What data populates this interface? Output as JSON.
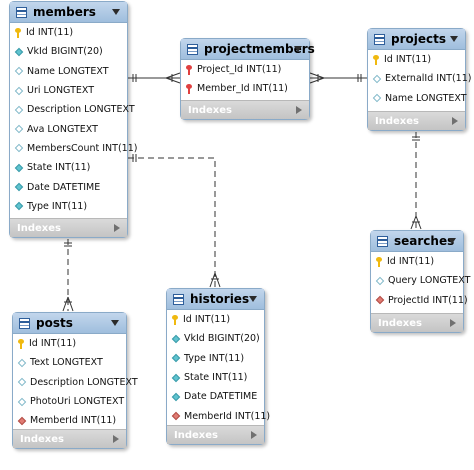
{
  "tables": [
    {
      "id": "members",
      "name": "members",
      "columns": [
        {
          "text": "Id INT(11)",
          "icon": "primary-key-icon"
        },
        {
          "text": "VkId BIGINT(20)",
          "icon": "not-null-column-icon"
        },
        {
          "text": "Name LONGTEXT",
          "icon": "column-icon"
        },
        {
          "text": "Uri LONGTEXT",
          "icon": "column-icon"
        },
        {
          "text": "Description LONGTEXT",
          "icon": "column-icon"
        },
        {
          "text": "Ava LONGTEXT",
          "icon": "column-icon"
        },
        {
          "text": "MembersCount INT(11)",
          "icon": "column-icon"
        },
        {
          "text": "State INT(11)",
          "icon": "not-null-column-icon"
        },
        {
          "text": "Date DATETIME",
          "icon": "not-null-column-icon"
        },
        {
          "text": "Type INT(11)",
          "icon": "not-null-column-icon"
        }
      ],
      "footer": "Indexes"
    },
    {
      "id": "projectmembers",
      "name": "projectmembers",
      "columns": [
        {
          "text": "Project_Id INT(11)",
          "icon": "primary-foreign-key-icon"
        },
        {
          "text": "Member_Id INT(11)",
          "icon": "primary-foreign-key-icon"
        }
      ],
      "footer": "Indexes"
    },
    {
      "id": "projects",
      "name": "projects",
      "columns": [
        {
          "text": "Id INT(11)",
          "icon": "primary-key-icon"
        },
        {
          "text": "ExternalId INT(11)",
          "icon": "column-icon"
        },
        {
          "text": "Name LONGTEXT",
          "icon": "column-icon"
        }
      ],
      "footer": "Indexes"
    },
    {
      "id": "searches",
      "name": "searches",
      "columns": [
        {
          "text": "Id INT(11)",
          "icon": "primary-key-icon"
        },
        {
          "text": "Query LONGTEXT",
          "icon": "column-icon"
        },
        {
          "text": "ProjectId INT(11)",
          "icon": "foreign-key-icon"
        }
      ],
      "footer": "Indexes"
    },
    {
      "id": "posts",
      "name": "posts",
      "columns": [
        {
          "text": "Id INT(11)",
          "icon": "primary-key-icon"
        },
        {
          "text": "Text LONGTEXT",
          "icon": "column-icon"
        },
        {
          "text": "Description LONGTEXT",
          "icon": "column-icon"
        },
        {
          "text": "PhotoUri LONGTEXT",
          "icon": "column-icon"
        },
        {
          "text": "MemberId INT(11)",
          "icon": "foreign-key-icon"
        }
      ],
      "footer": "Indexes"
    },
    {
      "id": "histories",
      "name": "histories",
      "columns": [
        {
          "text": "Id INT(11)",
          "icon": "primary-key-icon"
        },
        {
          "text": "VkId BIGINT(20)",
          "icon": "not-null-column-icon"
        },
        {
          "text": "Type INT(11)",
          "icon": "not-null-column-icon"
        },
        {
          "text": "State INT(11)",
          "icon": "not-null-column-icon"
        },
        {
          "text": "Date DATETIME",
          "icon": "not-null-column-icon"
        },
        {
          "text": "MemberId INT(11)",
          "icon": "foreign-key-icon"
        }
      ],
      "footer": "Indexes"
    }
  ],
  "relationships": [
    {
      "from": "projectmembers",
      "to": "members",
      "style": "solid"
    },
    {
      "from": "projectmembers",
      "to": "projects",
      "style": "solid"
    },
    {
      "from": "searches",
      "to": "projects",
      "style": "dashed"
    },
    {
      "from": "posts",
      "to": "members",
      "style": "dashed"
    },
    {
      "from": "histories",
      "to": "members",
      "style": "dashed"
    }
  ],
  "colors": {
    "header": "#a9c4e2",
    "border": "#8aaac8",
    "footer": "#c8c8c8",
    "primary_key": "#f0b90f",
    "foreign_key": "#e07b73",
    "not_null_column": "#5fc3cf",
    "connector": "#333333"
  }
}
